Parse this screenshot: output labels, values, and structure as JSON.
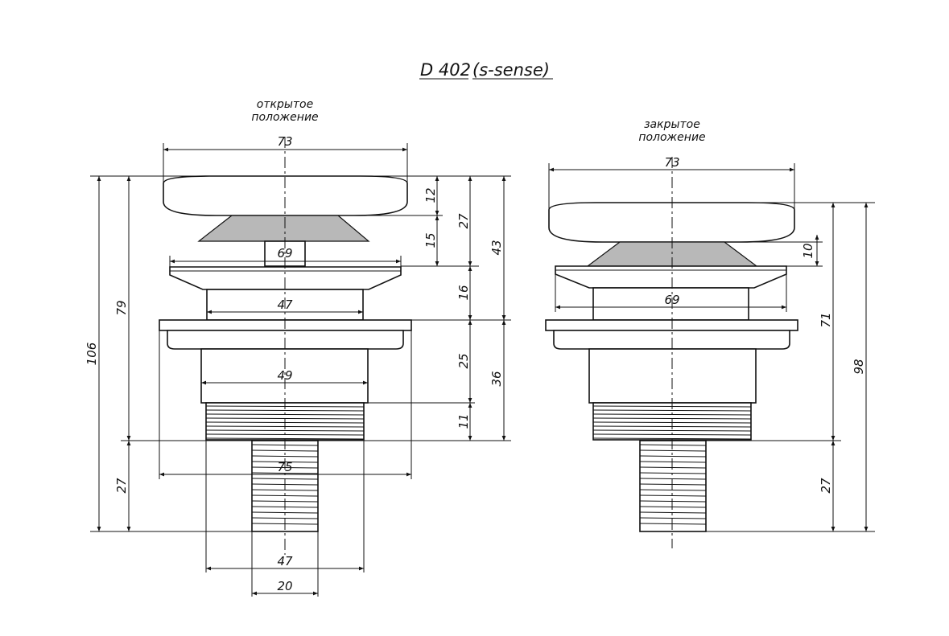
{
  "title": "D 402",
  "subtitle": "(s-sense)",
  "open_view": {
    "caption_line1": "открытое",
    "caption_line2": "положение",
    "dims": {
      "cap_width": "73",
      "cap_height": "12",
      "cap_to_flange": "27",
      "cone_height": "15",
      "total_upper": "43",
      "flange_width": "69",
      "collar_height": "16",
      "collar_width": "47",
      "height_79": "79",
      "height_106": "106",
      "body_height": "25",
      "body_width": "49",
      "thread_height": "11",
      "lower_36": "36",
      "base_width": "75",
      "tail_height": "27",
      "thread_width": "47",
      "tail_width": "20"
    }
  },
  "closed_view": {
    "caption_line1": "закрытое",
    "caption_line2": "положение",
    "dims": {
      "cap_width": "73",
      "cone_height": "10",
      "flange_width": "69",
      "height_71": "71",
      "height_98": "98",
      "tail_height": "27"
    }
  }
}
